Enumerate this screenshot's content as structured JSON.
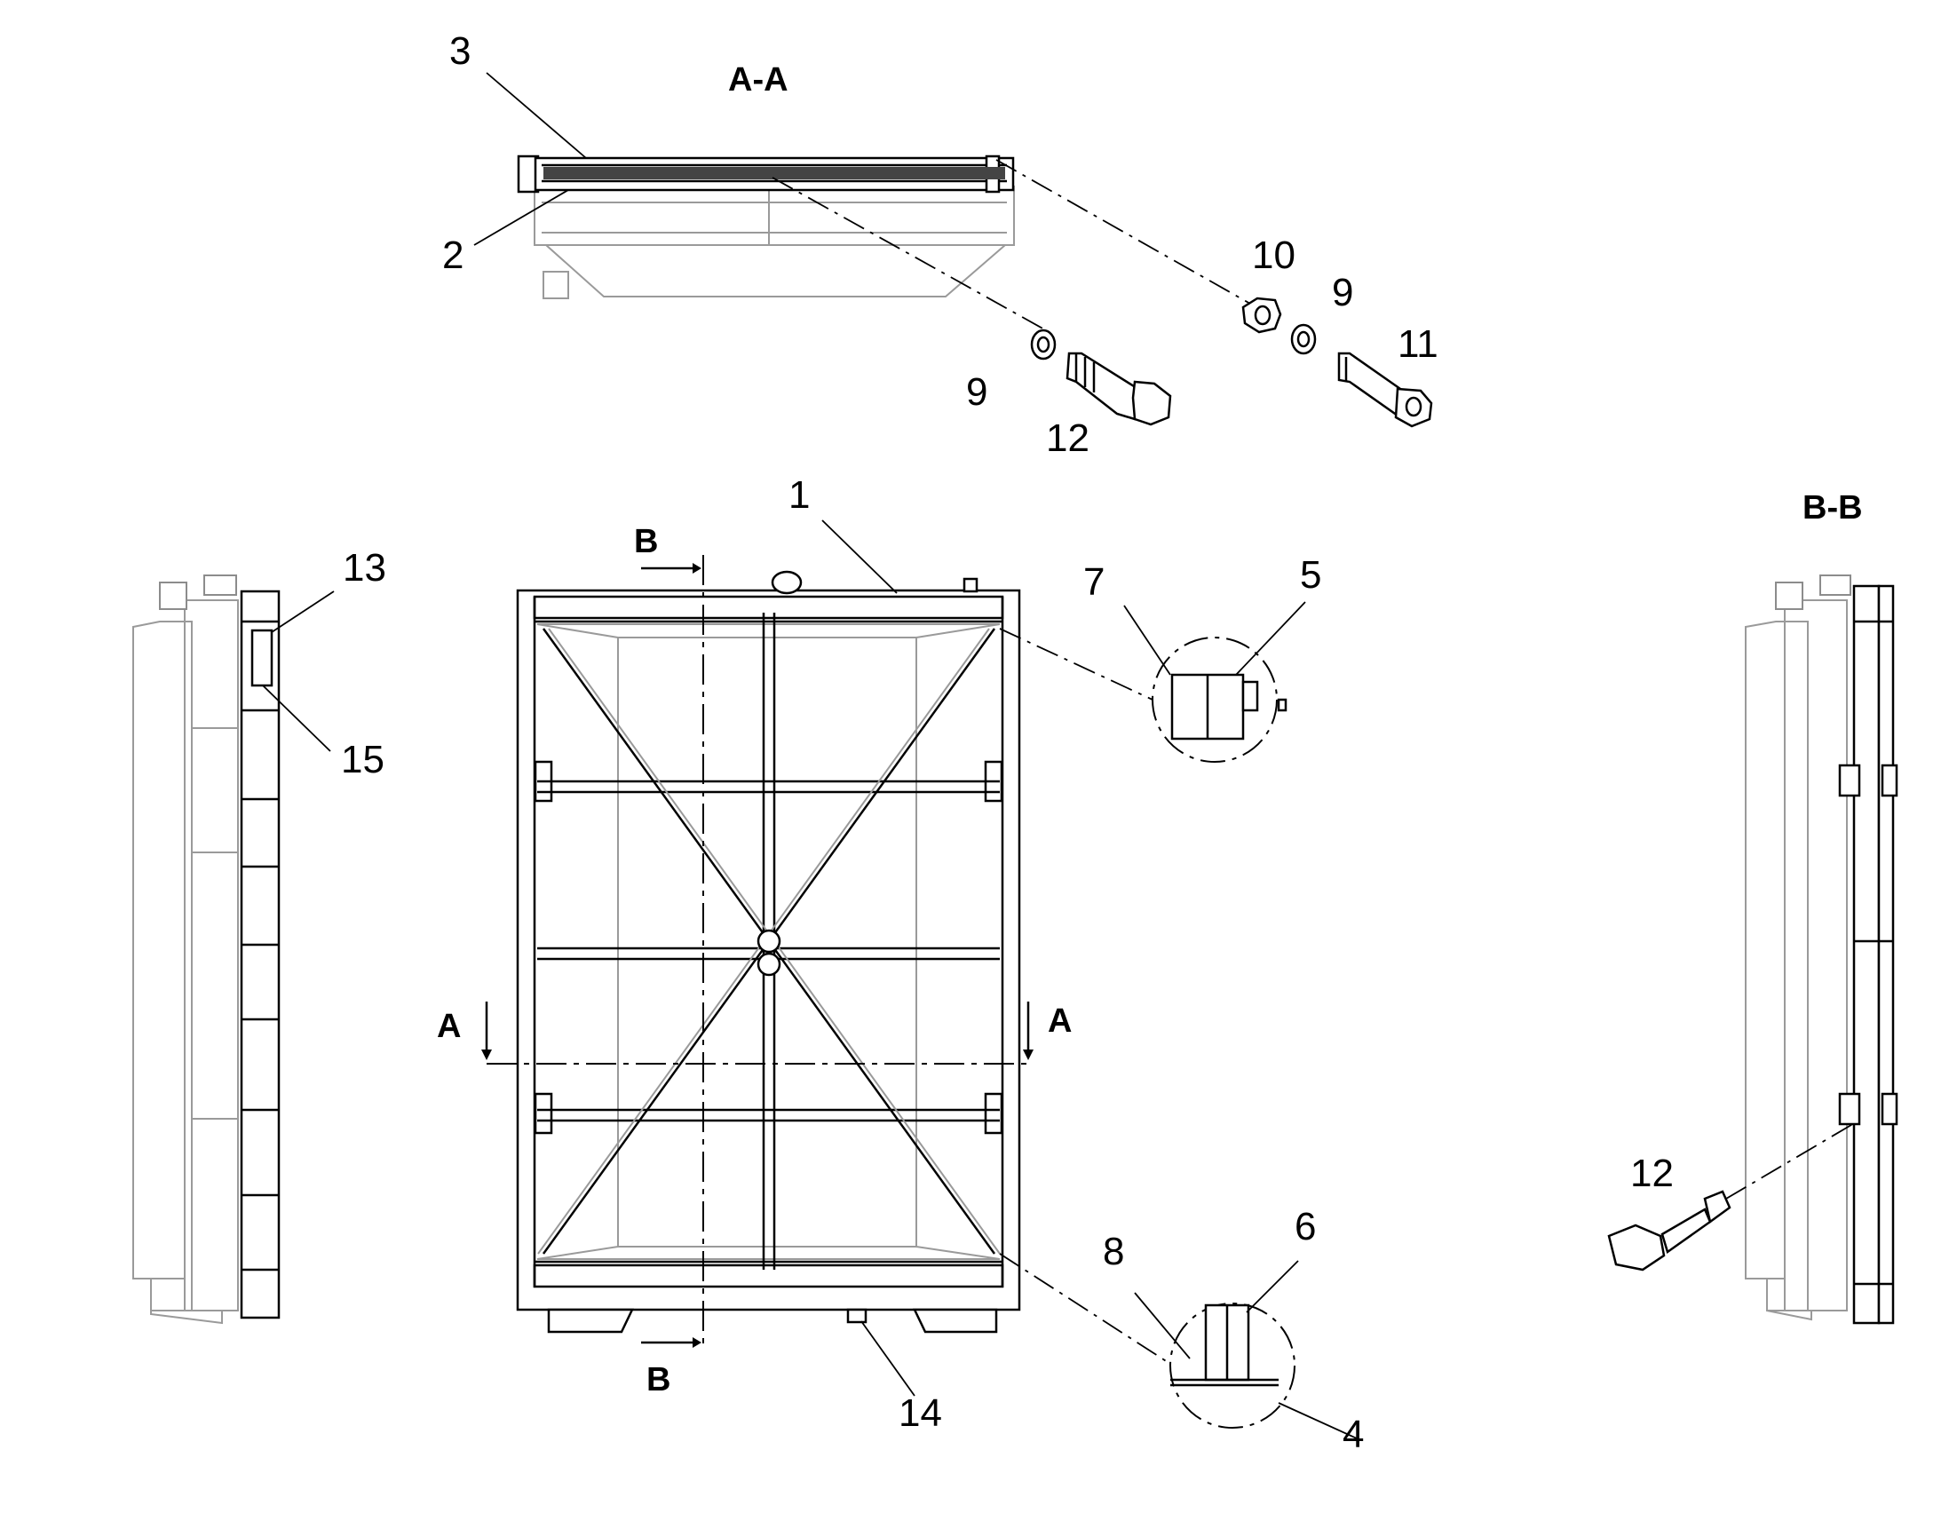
{
  "sections": {
    "aa": "A-A",
    "bb": "B-B",
    "a": "A",
    "b": "B"
  },
  "callouts": {
    "c1": "1",
    "c2": "2",
    "c3": "3",
    "c4": "4",
    "c5": "5",
    "c6": "6",
    "c7": "7",
    "c8": "8",
    "c9a": "9",
    "c9b": "9",
    "c10": "10",
    "c11": "11",
    "c12a": "12",
    "c12b": "12",
    "c13": "13",
    "c14": "14",
    "c15": "15"
  }
}
